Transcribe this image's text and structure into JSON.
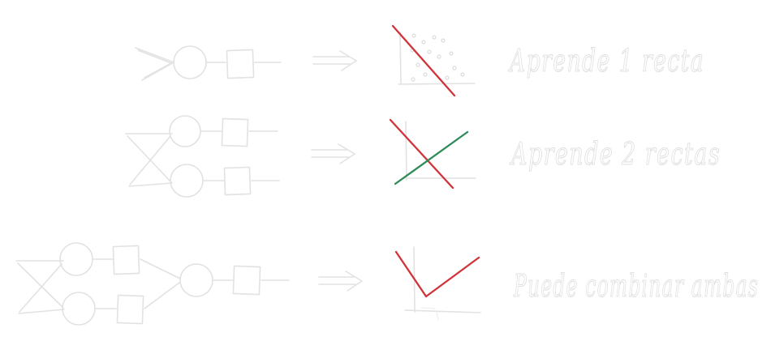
{
  "colors": {
    "ink": "#e2e2e2",
    "red_line": "#d0343a",
    "green_line": "#2e8b57"
  },
  "rows": [
    {
      "caption": "Aprende 1 recta"
    },
    {
      "caption": "Aprende 2 rectas"
    },
    {
      "caption": "Puede combinar ambas"
    }
  ]
}
